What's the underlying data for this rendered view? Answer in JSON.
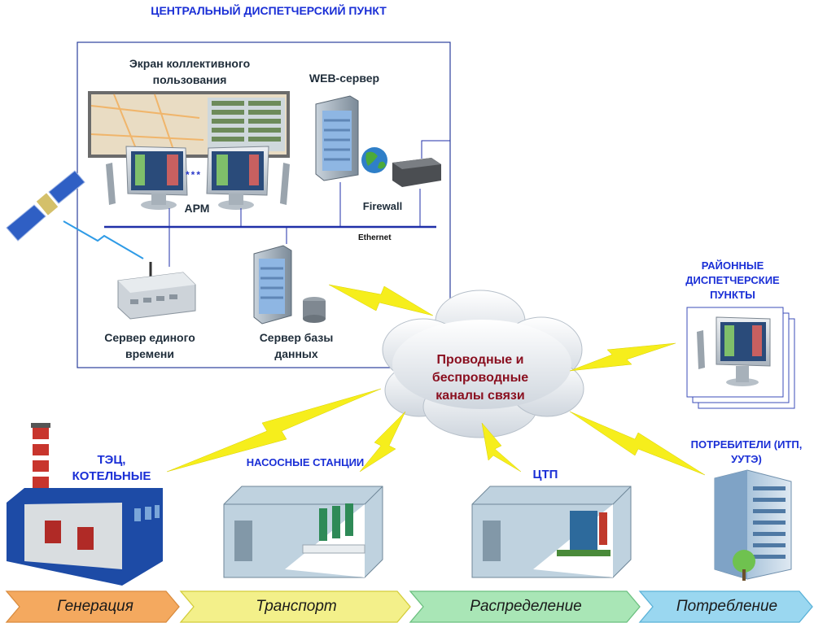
{
  "center": {
    "title": "ЦЕНТРАЛЬНЫЙ ДИСПЕТЧЕРСКИЙ ПУНКТ",
    "big_screen": "Экран коллективного пользования",
    "web_server": "WEB-сервер",
    "arm": "АРМ",
    "arm_dots": "***",
    "firewall": "Firewall",
    "ethernet": "Ethernet",
    "time_server": "Сервер единого времени",
    "db_server": "Сервер базы данных"
  },
  "cloud": {
    "text": "Проводные и беспроводные каналы связи"
  },
  "district": {
    "label": "РАЙОННЫЕ ДИСПЕТЧЕРСКИЕ ПУНКТЫ"
  },
  "sites": {
    "tec": "ТЭЦ, КОТЕЛЬНЫЕ",
    "pump": "НАСОСНЫЕ СТАНЦИИ",
    "ctp": "ЦТП",
    "consumers": "ПОТРЕБИТЕЛИ (ИТП, УУТЭ)"
  },
  "stages": [
    {
      "label": "Генерация",
      "color": "#f4a95f"
    },
    {
      "label": "Транспорт",
      "color": "#f3f08a"
    },
    {
      "label": "Распределение",
      "color": "#a9e6b6"
    },
    {
      "label": "Потребление",
      "color": "#9ad7f0"
    }
  ]
}
